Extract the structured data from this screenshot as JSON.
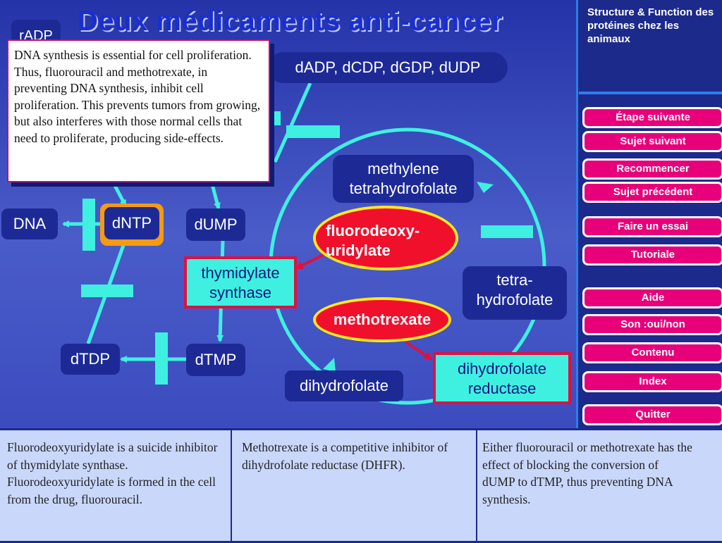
{
  "title": "Deux  médicaments  anti-cancer",
  "sidebar": {
    "heading": "Structure &  Function  des  protéines  chez les animaux",
    "buttons": [
      "Étape suivante",
      "Sujet suivant",
      "Recommencer",
      "Sujet précédent",
      "Faire un essai",
      "Tutoriale",
      "Aide",
      "Son :oui/non",
      "Contenu",
      "Index",
      "Quitter"
    ]
  },
  "diagram": {
    "radp": "rADP",
    "dntp_list": "dADP, dCDP, dGDP, dUDP",
    "dna": "DNA",
    "dntp": "dNTP",
    "dump": "dUMP",
    "dtdp": "dTDP",
    "dtmp": "dTMP",
    "thymidylate_synthase": "thymidylate synthase",
    "methylene_thf": "methylene tetrahydrofolate",
    "fluorodeoxyuridylate": "fluorodeoxy-uridylate",
    "tetrahydrofolate": "tetra-hydrofolate",
    "methotrexate": "methotrexate",
    "dhfr": "dihydrofolate reductase",
    "dihydrofolate": "dihydrofolate"
  },
  "popup": {
    "text": "DNA synthesis is essential for cell proliferation. Thus, fluorouracil and methotrexate, in preventing DNA synthesis, inhibit cell proliferation. This prevents tumors from growing, but also interferes with those normal cells that need to proliferate, producing side-effects."
  },
  "notes": [
    "Fluorodeoxyuridylate is a suicide inhibitor of thymidylate synthase. Fluorodeoxyuridylate is formed in the cell from the drug, fluorouracil.",
    "Methotrexate is a competitive inhibitor of dihydrofolate reductase (DHFR).",
    "Either fluorouracil or methotrexate has the effect of blocking the conversion of dUMP to dTMP, thus preventing DNA synthesis."
  ],
  "colors": {
    "arrow": "#3ff0e0",
    "inhibitor_arrow": "#e01040",
    "nav_button": "#e8007a",
    "navy_box": "#1d2a96",
    "highlight": "#f59a14"
  }
}
